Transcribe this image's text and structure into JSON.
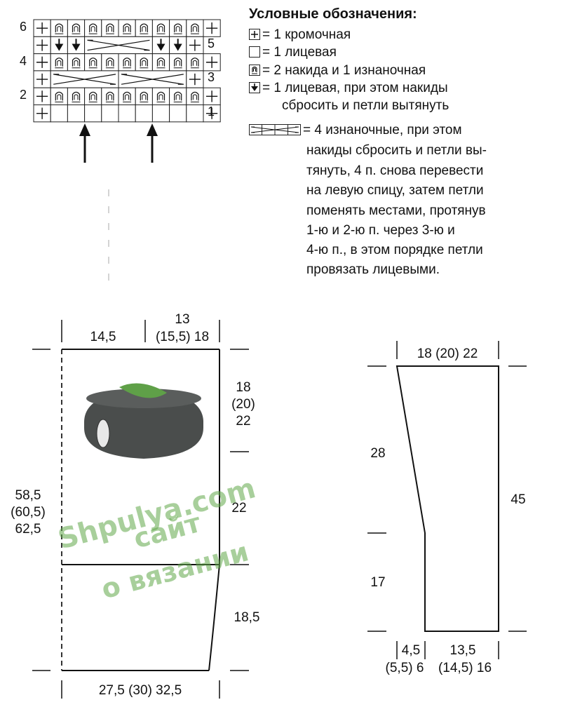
{
  "chart": {
    "row_numbers_left": [
      "6",
      "4",
      "2"
    ],
    "row_numbers_right": [
      "5",
      "3",
      "1"
    ],
    "rows_top_to_bottom": [
      [
        "+",
        "ov",
        "ov",
        "ov",
        "ov",
        "ov",
        "ov",
        "ov",
        "ov",
        "ov",
        "+"
      ],
      [
        "+",
        "down",
        "down",
        "cross4",
        "",
        "",
        "",
        "down",
        "down",
        "+"
      ],
      [
        "+",
        "ov",
        "ov",
        "ov",
        "ov",
        "ov",
        "ov",
        "ov",
        "ov",
        "ov",
        "+"
      ],
      [
        "+",
        "cross4",
        "",
        "",
        "",
        "cross4",
        "",
        "",
        "",
        "+"
      ],
      [
        "+",
        "ov",
        "ov",
        "ov",
        "ov",
        "ov",
        "ov",
        "ov",
        "ov",
        "ov",
        "+"
      ],
      [
        "+",
        "",
        "",
        "",
        "",
        "",
        "",
        "",
        "",
        "",
        "+"
      ]
    ],
    "repeat_arrows": 2
  },
  "legend": {
    "title": "Условные обозначения:",
    "items": [
      {
        "symbol": "plus-box-icon",
        "text": "= 1 кромочная"
      },
      {
        "symbol": "empty-box-icon",
        "text": "= 1 лицевая"
      },
      {
        "symbol": "double-yarn-over-icon",
        "text": "= 2 накида и 1 изнаночная"
      },
      {
        "symbol": "drop-arrow-icon",
        "text": "= 1 лицевая, при этом накиды",
        "text2": "сбросить и петли вытянуть"
      },
      {
        "symbol": "cross-4-icon",
        "text": "= 4 изнаночные, при этом",
        "lines": [
          "накиды сбросить и петли вы-",
          "тянуть, 4 п. снова перевести",
          "на левую спицу, затем петли",
          "поменять местами, протянув",
          "1-ю и 2-ю п. через 3-ю и",
          "4-ю п., в этом порядке петли",
          "провязать лицевыми."
        ]
      }
    ]
  },
  "body_schematic": {
    "top_left_width": "14,5",
    "top_right_width_line1": "13",
    "top_right_width_line2": "(15,5) 18",
    "right_upper_height": [
      "18",
      "(20)",
      "22"
    ],
    "right_middle_height": "22",
    "right_lower_height": "18,5",
    "left_total_height": [
      "58,5",
      "(60,5)",
      "62,5"
    ],
    "bottom_width": "27,5 (30) 32,5"
  },
  "sleeve_schematic": {
    "top_width": "18 (20) 22",
    "left_upper_height": "28",
    "left_lower_height": "17",
    "right_height": "45",
    "bottom_left_width": [
      "4,5",
      "(5,5) 6"
    ],
    "bottom_right_width": [
      "13,5",
      "(14,5) 16"
    ]
  },
  "watermark": {
    "line1": "Shpulya.com",
    "line2": "сайт",
    "line3": "о вязании",
    "color": "#60a848"
  },
  "colors": {
    "ink": "#111111",
    "yarn_cone": "#4a4d4c",
    "leaf": "#5fa048"
  }
}
